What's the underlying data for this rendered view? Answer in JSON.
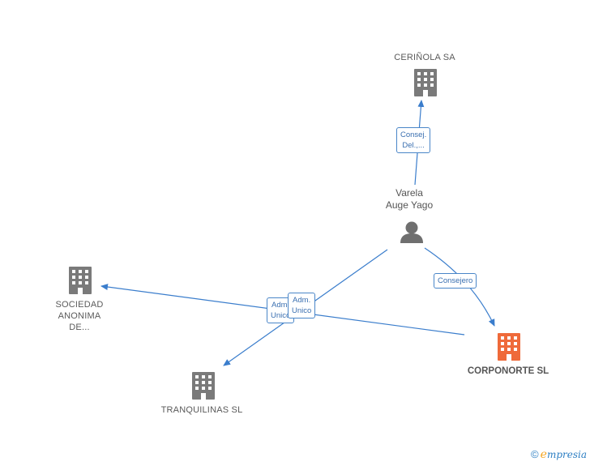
{
  "nodes": {
    "cerinola": {
      "label": "CERIÑOLA SA"
    },
    "person": {
      "line1": "Varela",
      "line2": "Auge Yago"
    },
    "sociedad": {
      "line1": "SOCIEDAD",
      "line2": "ANONIMA",
      "line3": "DE..."
    },
    "corponorte": {
      "label": "CORPONORTE SL"
    },
    "tranquilinas": {
      "label": "TRANQUILINAS SL"
    }
  },
  "edges": {
    "to_cerinola": {
      "line1": "Consej.",
      "line2": "Del.,..."
    },
    "to_corponorte": {
      "line1": "Consejero"
    },
    "to_tranquilinas": {
      "line1": "Adm.",
      "line2": "Unico"
    },
    "to_sociedad": {
      "line1": "Adm.",
      "line2": "Unico"
    }
  },
  "colors": {
    "edge": "#3a7dcc",
    "building": "#7a7a7a",
    "highlight": "#ef6a3a",
    "person": "#6f6f6f"
  },
  "brand": {
    "copyright": "©",
    "e": "e",
    "rest": "mpresia"
  }
}
